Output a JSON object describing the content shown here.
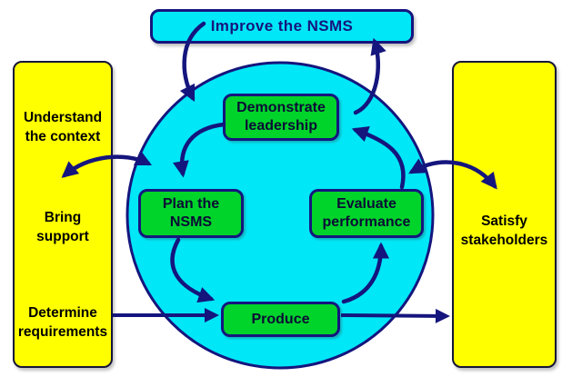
{
  "colors": {
    "cyan": "#00e7f7",
    "green": "#00d42a",
    "yellow": "#ffff00",
    "navy": "#15157e",
    "panel_border": "#15153a"
  },
  "banner": {
    "label": "Improve the NSMS"
  },
  "left_panel": {
    "items": [
      {
        "label": "Understand\nthe context"
      },
      {
        "label": "Bring\nsupport"
      },
      {
        "label": "Determine\nrequirements"
      }
    ]
  },
  "right_panel": {
    "label": "Satisfy\nstakeholders"
  },
  "cycle": {
    "steps": [
      {
        "label": "Demonstrate\nleadership"
      },
      {
        "label": "Plan the\nNSMS"
      },
      {
        "label": "Evaluate\nperformance"
      },
      {
        "label": "Produce"
      }
    ]
  },
  "arrows": [
    {
      "from": "Improve the NSMS",
      "to": "cycle",
      "bidirectional": false
    },
    {
      "from": "cycle",
      "to": "Improve the NSMS",
      "bidirectional": false
    },
    {
      "from": "Demonstrate leadership",
      "to": "Plan the NSMS",
      "bidirectional": false
    },
    {
      "from": "Plan the NSMS",
      "to": "Produce",
      "bidirectional": false
    },
    {
      "from": "Produce",
      "to": "Evaluate performance",
      "bidirectional": false
    },
    {
      "from": "Evaluate performance",
      "to": "Demonstrate leadership",
      "bidirectional": false
    },
    {
      "from": "cycle",
      "to": "Understand the context / Bring support",
      "bidirectional": true
    },
    {
      "from": "cycle",
      "to": "Satisfy stakeholders",
      "bidirectional": true
    },
    {
      "from": "Determine requirements",
      "to": "Produce",
      "bidirectional": false
    },
    {
      "from": "Produce",
      "to": "Satisfy stakeholders",
      "bidirectional": false
    }
  ]
}
